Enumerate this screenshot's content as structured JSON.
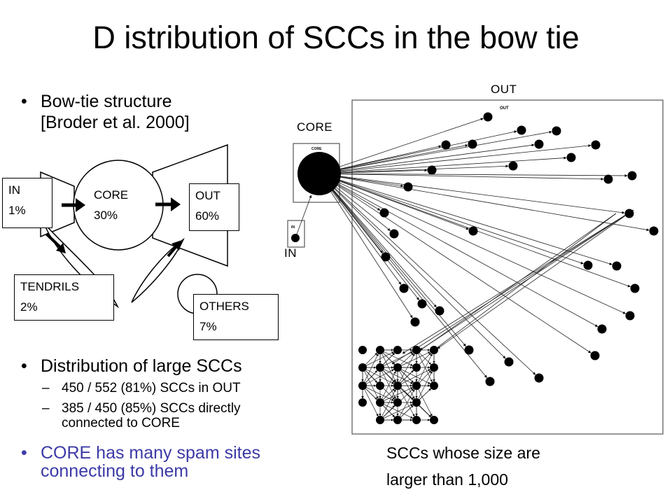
{
  "title": "D istribution of SCCs in the bow tie",
  "bullets": {
    "bowtie_line1": "Bow-tie structure",
    "bowtie_line2": "[Broder et al. 2000]",
    "dist_heading": "Distribution of large SCCs",
    "sub1": "450 / 552 (81%) SCCs in OUT",
    "sub2_line1": "385 / 450 (85%) SCCs directly",
    "sub2_line2": "connected to CORE",
    "spam_line1": "CORE has many spam sites",
    "spam_line2": "connecting to them",
    "bullet_char": "•",
    "dash_char": "–"
  },
  "bowtie": {
    "in_name": "IN",
    "in_pct": "1%",
    "core_name": "CORE",
    "core_pct": "30%",
    "out_name": "OUT",
    "out_pct": "60%",
    "tendrils_name": "TENDRILS",
    "tendrils_pct": "2%",
    "others_name": "OTHERS",
    "others_pct": "7%"
  },
  "graph": {
    "out_label": "OUT",
    "core_label": "CORE",
    "in_label": "IN",
    "inner_out_label": "OUT",
    "inner_core_label": "CORE",
    "inner_in_label": "IN",
    "caption_line1": "SCCs whose size are",
    "caption_line2": "larger than 1,000"
  }
}
